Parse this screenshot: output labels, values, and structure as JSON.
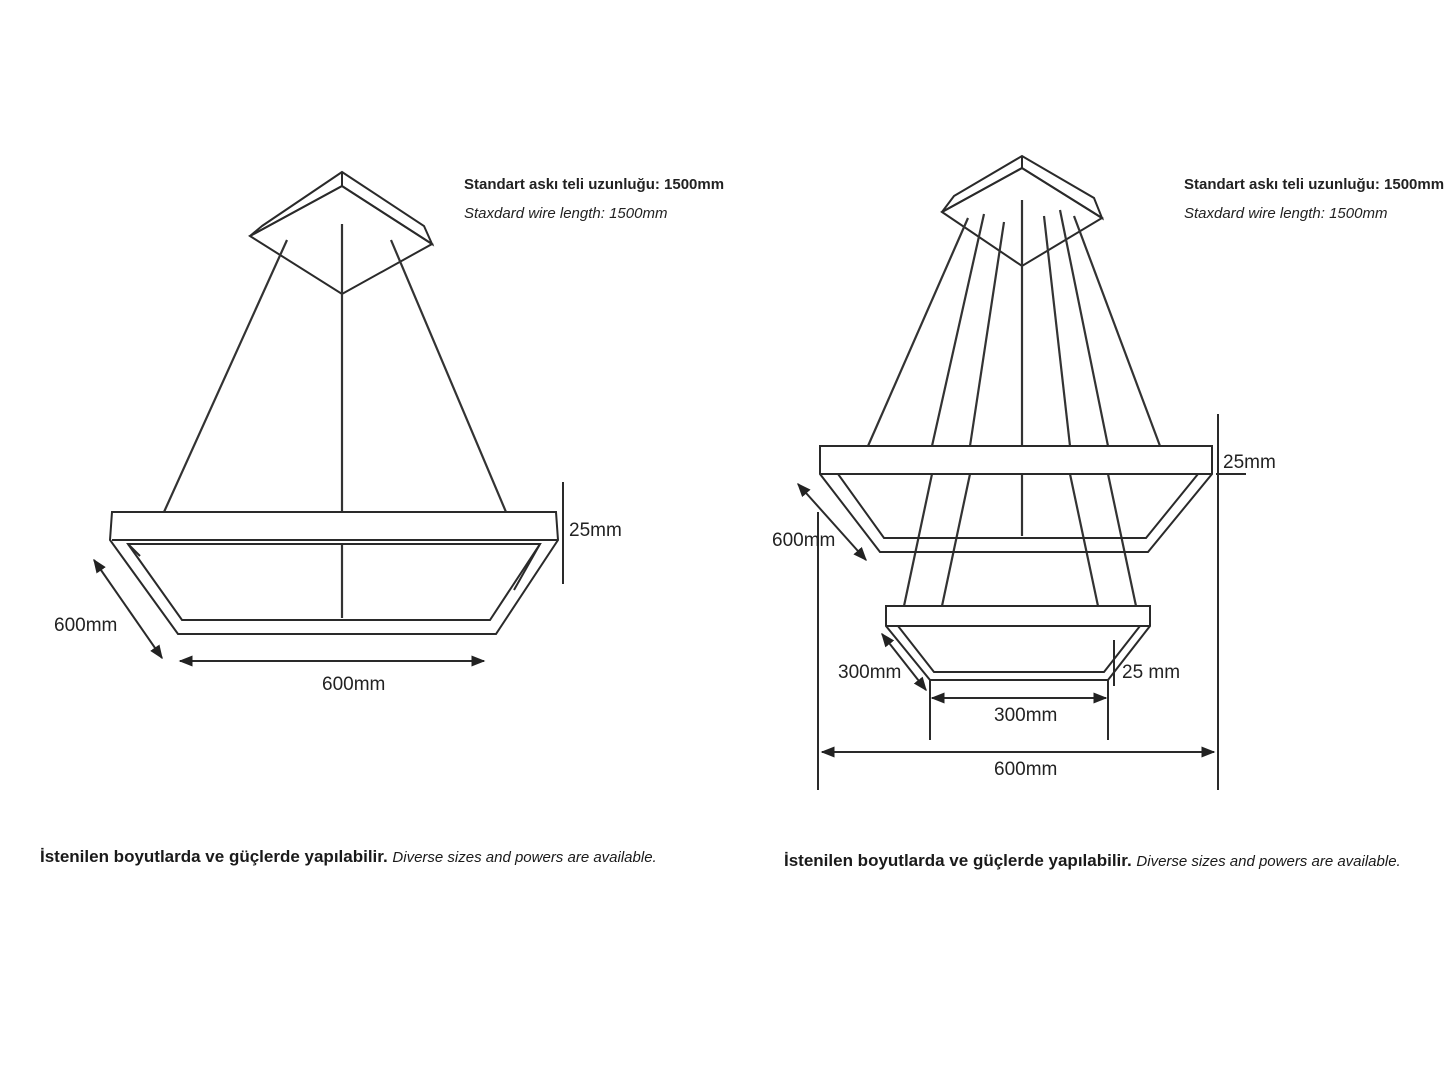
{
  "left_diagram": {
    "wire_note_tr": "Standart askı teli uzunluğu: 1500mm",
    "wire_note_en": "Staxdard wire length: 1500mm",
    "dim_height": "25mm",
    "dim_depth": "600mm",
    "dim_width": "600mm"
  },
  "right_diagram": {
    "wire_note_tr": "Standart askı teli uzunluğu: 1500mm",
    "wire_note_en": "Staxdard wire length: 1500mm",
    "dim_upper_height": "25mm",
    "dim_upper_depth": "600mm",
    "dim_lower_depth": "300mm",
    "dim_lower_height": "25 mm",
    "dim_lower_width": "300mm",
    "dim_overall_width": "600mm"
  },
  "captions": {
    "left_tr": "İstenilen boyutlarda ve güçlerde yapılabilir.",
    "left_en": "Diverse sizes and powers are available.",
    "right_tr": "İstenilen boyutlarda ve güçlerde yapılabilir.",
    "right_en": "Diverse sizes and powers are available."
  }
}
